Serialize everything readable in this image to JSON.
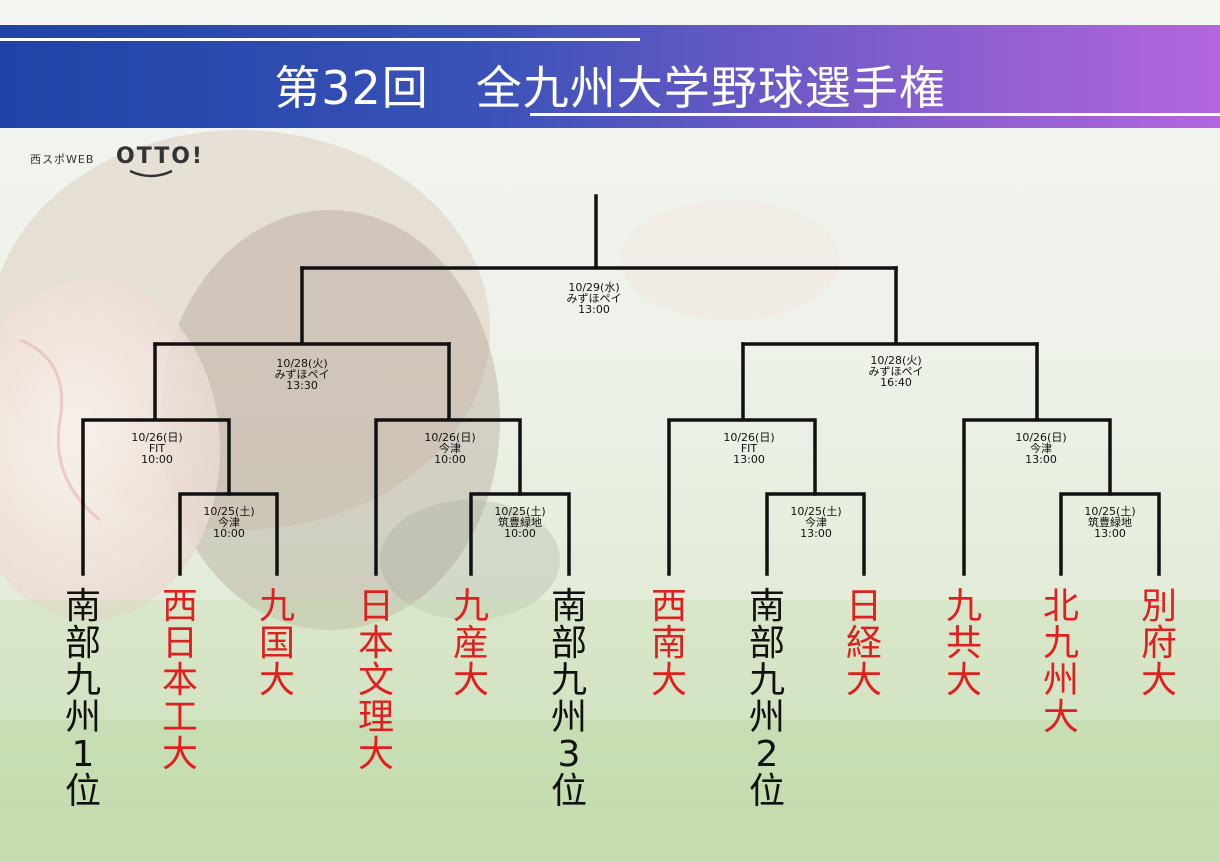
{
  "title": "第32回　全九州大学野球選手権",
  "logo": {
    "small": "西スポWEB",
    "main": "OTTO!"
  },
  "colors": {
    "winner_red": "#e0201e",
    "text_black": "#111111",
    "banner_start": "#1f43a6",
    "banner_end": "#b466de"
  },
  "teams": [
    {
      "name": "南部九州1位",
      "color": "black"
    },
    {
      "name": "西日本工大",
      "color": "red"
    },
    {
      "name": "九国大",
      "color": "red"
    },
    {
      "name": "日本文理大",
      "color": "red"
    },
    {
      "name": "九産大",
      "color": "red"
    },
    {
      "name": "南部九州3位",
      "color": "black"
    },
    {
      "name": "西南大",
      "color": "red"
    },
    {
      "name": "南部九州2位",
      "color": "black"
    },
    {
      "name": "日経大",
      "color": "red"
    },
    {
      "name": "九共大",
      "color": "red"
    },
    {
      "name": "北九州大",
      "color": "red"
    },
    {
      "name": "別府大",
      "color": "red"
    }
  ],
  "matches": {
    "final": {
      "date": "10/29(水)",
      "venue": "みずほペイ",
      "time": "13:00"
    },
    "semi_left": {
      "date": "10/28(火)",
      "venue": "みずほペイ",
      "time": "13:30"
    },
    "semi_right": {
      "date": "10/28(火)",
      "venue": "みずほペイ",
      "time": "16:40"
    },
    "qf1": {
      "date": "10/26(日)",
      "venue": "FIT",
      "time": "10:00"
    },
    "qf2": {
      "date": "10/26(日)",
      "venue": "今津",
      "time": "10:00"
    },
    "qf3": {
      "date": "10/26(日)",
      "venue": "FIT",
      "time": "13:00"
    },
    "qf4": {
      "date": "10/26(日)",
      "venue": "今津",
      "time": "13:00"
    },
    "r1a": {
      "date": "10/25(土)",
      "venue": "今津",
      "time": "10:00"
    },
    "r1b": {
      "date": "10/25(土)",
      "venue": "筑豊緑地",
      "time": "10:00"
    },
    "r1c": {
      "date": "10/25(土)",
      "venue": "今津",
      "time": "13:00"
    },
    "r1d": {
      "date": "10/25(土)",
      "venue": "筑豊緑地",
      "time": "13:00"
    }
  }
}
